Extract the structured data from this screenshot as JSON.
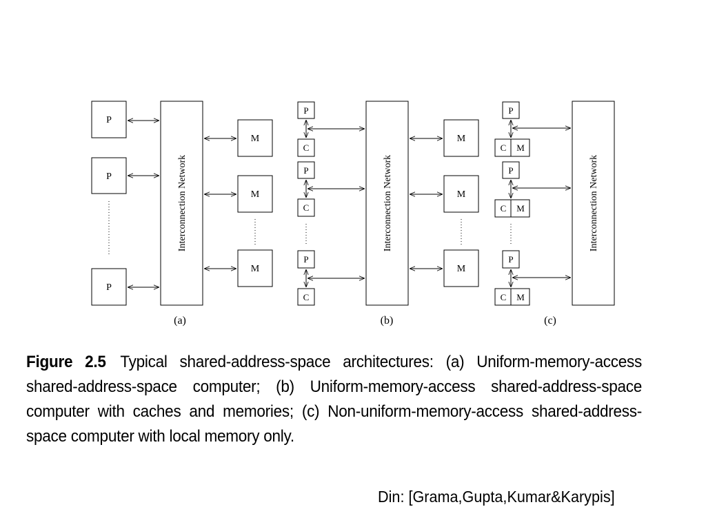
{
  "labels": {
    "processor": "P",
    "memory": "M",
    "cache": "C",
    "network": "Interconnection Network"
  },
  "panels": [
    {
      "id": "a",
      "label": "(a)"
    },
    {
      "id": "b",
      "label": "(b)"
    },
    {
      "id": "c",
      "label": "(c)"
    }
  ],
  "caption": {
    "label": "Figure 2.5",
    "text": "Typical shared-address-space architectures: (a) Uniform-memory-access shared-address-space computer; (b) Uniform-memory-access shared-address-space computer with caches and memories; (c) Non-uniform-memory-access shared-address-space computer with local memory only."
  },
  "credit": "Din: [Grama,Gupta,Kumar&Karypis]"
}
